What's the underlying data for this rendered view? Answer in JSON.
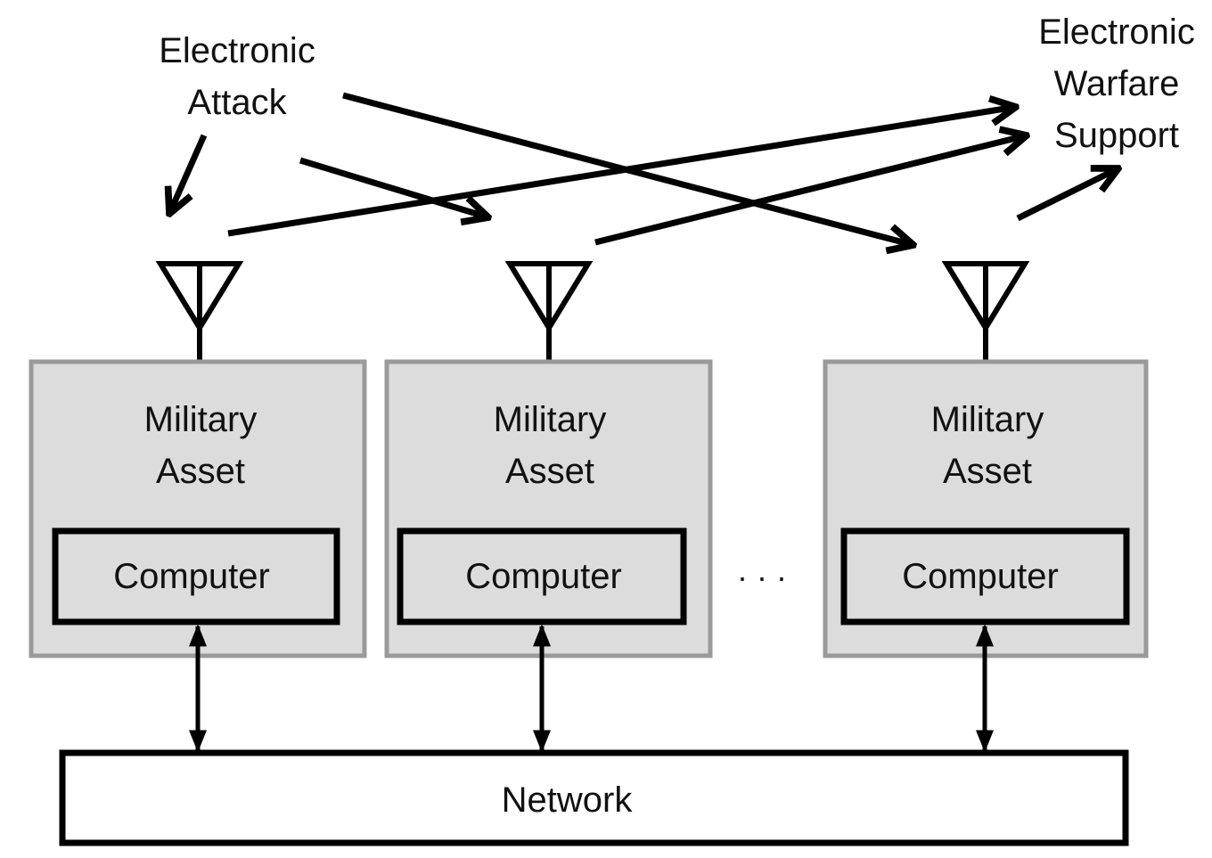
{
  "diagram": {
    "labels": {
      "electronic_attack": [
        "Electronic",
        "Attack"
      ],
      "electronic_warfare_support": [
        "Electronic",
        "Warfare",
        "Support"
      ]
    },
    "assets": [
      {
        "title": [
          "Military",
          "Asset"
        ],
        "component": "Computer"
      },
      {
        "title": [
          "Military",
          "Asset"
        ],
        "component": "Computer"
      },
      {
        "title": [
          "Military",
          "Asset"
        ],
        "component": "Computer"
      }
    ],
    "ellipsis": "· · ·",
    "network_label": "Network",
    "edges": [
      {
        "from": "Electronic Attack",
        "to": "Military Asset 1 antenna"
      },
      {
        "from": "Electronic Attack",
        "to": "Military Asset 2 antenna"
      },
      {
        "from": "Electronic Attack",
        "to": "Military Asset 3 antenna"
      },
      {
        "from": "Military Asset 1 antenna",
        "to": "Electronic Warfare Support"
      },
      {
        "from": "Military Asset 2 antenna",
        "to": "Electronic Warfare Support"
      },
      {
        "from": "Military Asset 3 antenna",
        "to": "Electronic Warfare Support"
      },
      {
        "from": "Computer 1",
        "to": "Network",
        "bidirectional": true
      },
      {
        "from": "Computer 2",
        "to": "Network",
        "bidirectional": true
      },
      {
        "from": "Computer 3",
        "to": "Network",
        "bidirectional": true
      }
    ]
  }
}
